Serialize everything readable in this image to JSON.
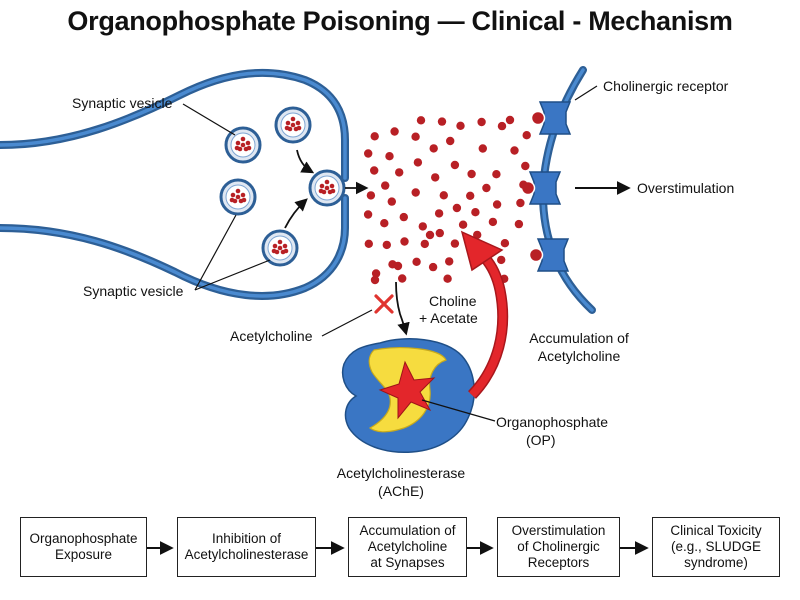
{
  "title": "Organophosphate Poisoning — Clinical - Mechanism",
  "labels": {
    "synaptic_vesicle_top": "Synaptic vesicle",
    "synaptic_vesicle_bottom": "Synaptic vesicle",
    "cholinergic_receptor": "Cholinergic receptor",
    "overstimulation": "Overstimulation",
    "choline_line1": "Choline",
    "choline_line2": "+ Acetate",
    "acetylcholine": "Acetylcholine",
    "accumulation_line1": "Accumulation of",
    "accumulation_line2": "Acetylcholine",
    "op_line1": "Organophosphate",
    "op_line2": "(OP)",
    "ache_line1": "Acetylcholinesterase",
    "ache_line2": "(AChE)"
  },
  "flow": [
    "Organophosphate\nExposure",
    "Inhibition of\nAcetylcholinesterase",
    "Accumulation of\nAcetylcholine\nat Synapses",
    "Overstimulation\nof Cholinergic\nReceptors",
    "Clinical Toxicity\n(e.g., SLUDGE\nsyndrome)"
  ],
  "colors": {
    "membrane": "#3a76b8",
    "membrane_fill": "#ffffff",
    "vesicle_fill": "#dfe7f2",
    "molecule": "#b82025",
    "enzyme": "#3a76c4",
    "active_site": "#f6dc3f",
    "op_star": "#e3262b",
    "accumulation_arrow": "#e3262b",
    "block_x": "#e0342f"
  },
  "icons": [
    "inhibition-x-icon",
    "organophosphate-star-icon"
  ]
}
